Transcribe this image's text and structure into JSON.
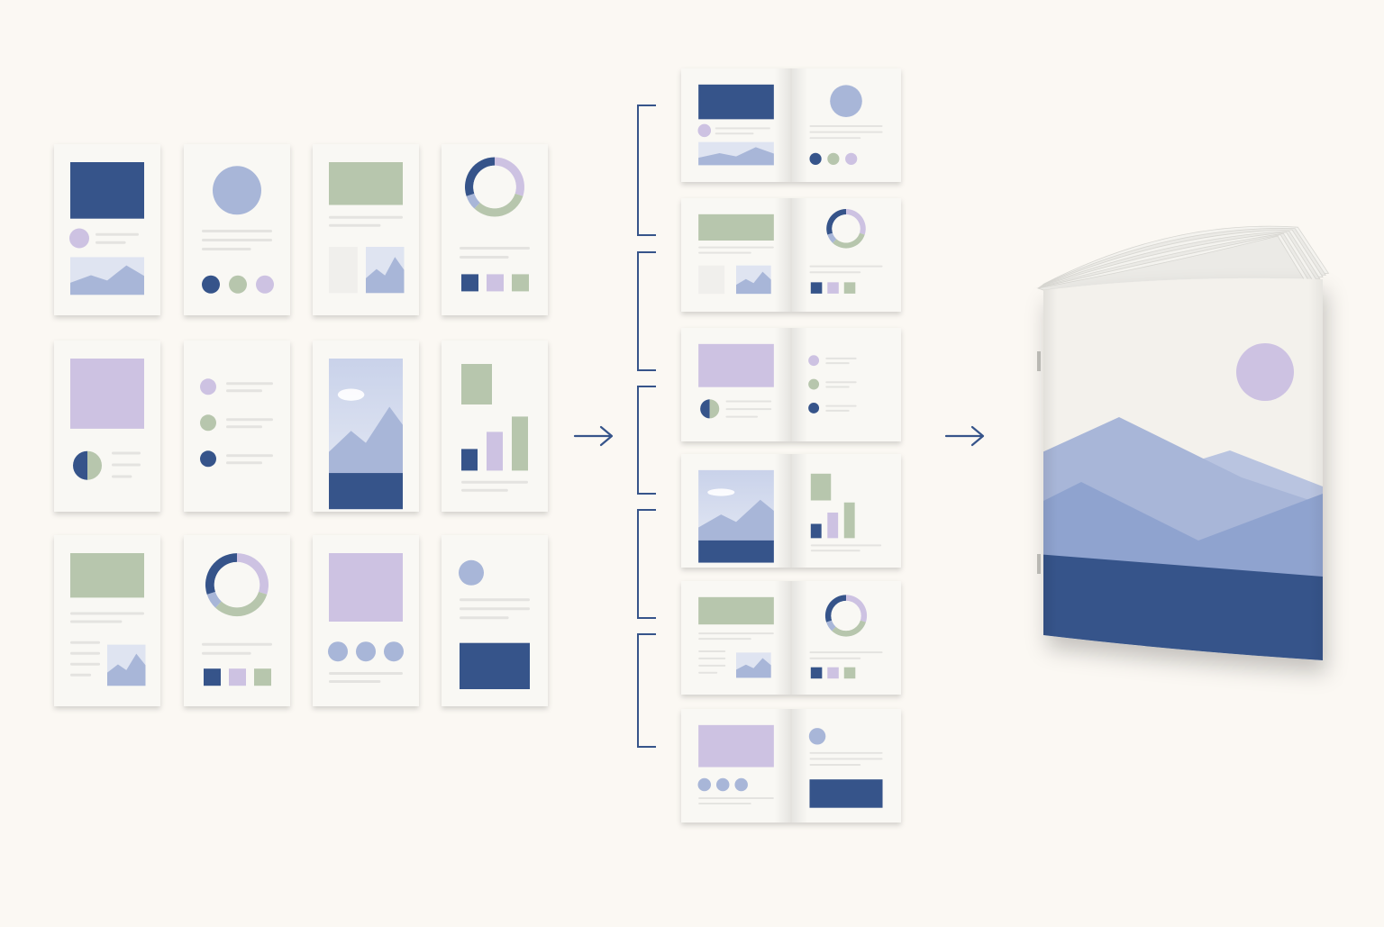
{
  "colors": {
    "background": "#fbf8f3",
    "paper": "#f9f8f4",
    "navy": "#36548a",
    "periwinkle": "#a8b6d8",
    "sage": "#b7c6ad",
    "lavender": "#cdc2e2",
    "text_line": "#e4e3e0"
  },
  "stages": [
    {
      "name": "individual-pages",
      "page_count": 12
    },
    {
      "name": "page-spreads",
      "spread_count": 6
    },
    {
      "name": "bound-booklet",
      "count": 1
    }
  ],
  "connectors": [
    {
      "name": "arrow-icon",
      "from": "individual-pages",
      "to": "page-spreads"
    },
    {
      "name": "arrow-icon",
      "from": "page-spreads",
      "to": "bound-booklet"
    }
  ]
}
